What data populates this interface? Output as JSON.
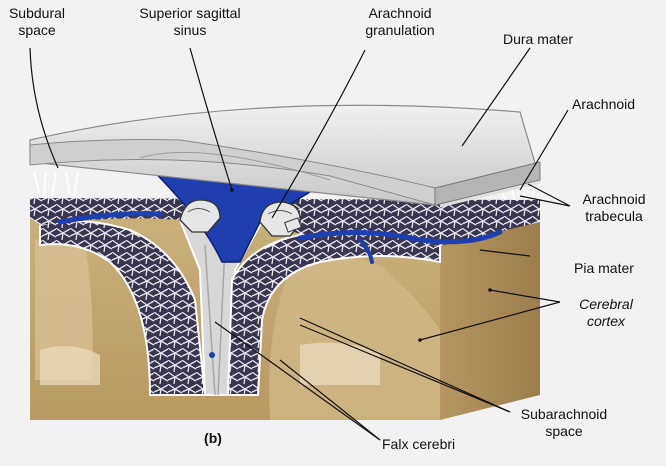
{
  "labels": {
    "subdural_space": [
      "Subdural",
      "space"
    ],
    "superior_sagittal_sinus": [
      "Superior sagittal",
      "sinus"
    ],
    "arachnoid_granulation": [
      "Arachnoid",
      "granulation"
    ],
    "dura_mater": "Dura mater",
    "arachnoid": "Arachnoid",
    "arachnoid_trabecula": [
      "Arachnoid",
      "trabecula"
    ],
    "pia_mater": "Pia mater",
    "cerebral_cortex": [
      "Cerebral",
      "cortex"
    ],
    "subarachnoid_space": [
      "Subarachnoid",
      "space"
    ],
    "falx_cerebri": "Falx cerebri",
    "panel_letter": "(b)"
  },
  "colors": {
    "background": "#f2f2f2",
    "dura": "#d9d9d9",
    "sinus_blue": "#1f3fb0",
    "cortex_tan": "#c8b07a",
    "cortex_dark": "#8a7048",
    "web_dark": "#2a2a3a",
    "leader_line": "#111111"
  }
}
